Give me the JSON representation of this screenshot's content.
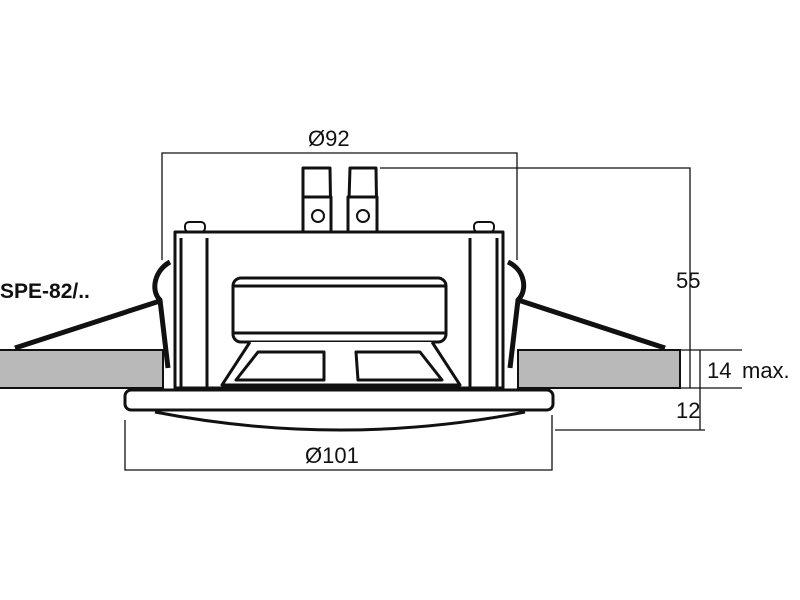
{
  "model_label": "SPE-82/..",
  "dimensions": {
    "top_diameter": "Ø92",
    "height": "55",
    "ceiling_thickness": "14",
    "ceiling_thickness_suffix": "max.",
    "front_depth": "12",
    "front_diameter": "Ø101"
  },
  "colors": {
    "line": "#111111",
    "ceiling": "#b9b9b9"
  }
}
